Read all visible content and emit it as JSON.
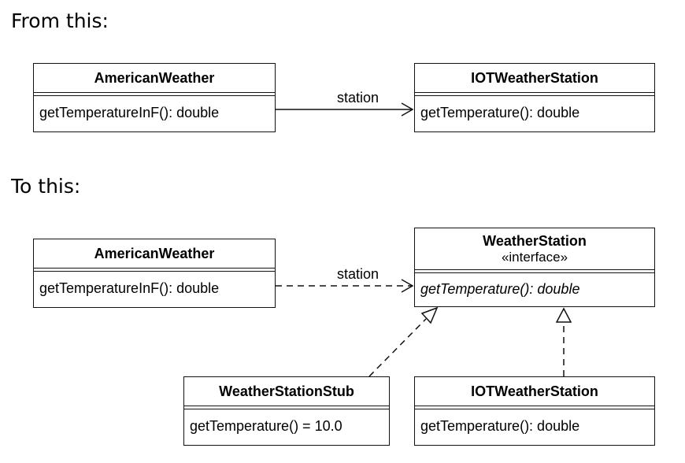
{
  "headings": {
    "from": "From this:",
    "to": "To this:"
  },
  "before": {
    "american_weather": {
      "name": "AmericanWeather",
      "operation": "getTemperatureInF(): double"
    },
    "iot_station": {
      "name": "IOTWeatherStation",
      "operation": "getTemperature(): double"
    },
    "association_label": "station"
  },
  "after": {
    "american_weather": {
      "name": "AmericanWeather",
      "operation": "getTemperatureInF(): double"
    },
    "weather_station": {
      "name": "WeatherStation",
      "stereotype": "«interface»",
      "operation": "getTemperature(): double"
    },
    "stub": {
      "name": "WeatherStationStub",
      "operation": "getTemperature() = 10.0"
    },
    "iot_station": {
      "name": "IOTWeatherStation",
      "operation": "getTemperature(): double"
    },
    "dependency_label": "station"
  }
}
